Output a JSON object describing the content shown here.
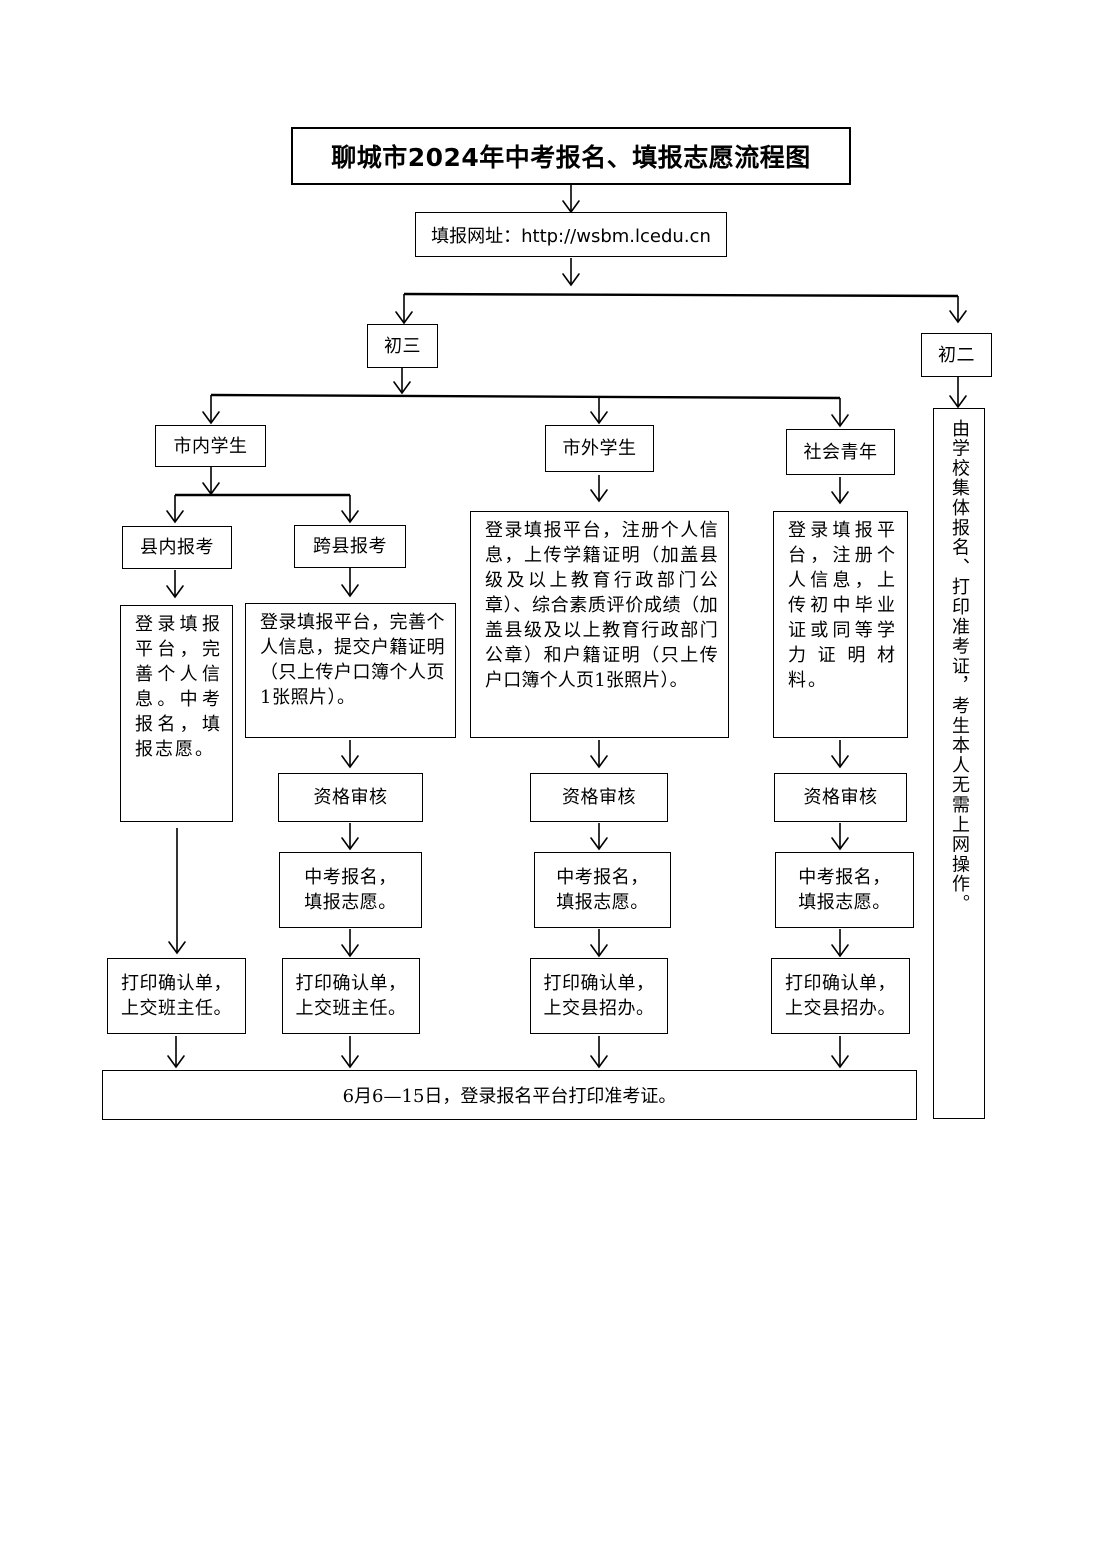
{
  "title": "聊城市2024年中考报名、填报志愿流程图",
  "url_box": "填报网址：http://wsbm.lcedu.cn",
  "grade3": "初三",
  "grade2": "初二",
  "grade2_text": "由学校集体报名、打印准考证，考生本人无需上网操作。",
  "students": {
    "local": "市内学生",
    "outside": "市外学生",
    "social": "社会青年"
  },
  "local": {
    "in_county": "县内报考",
    "cross_county": "跨县报考",
    "in_county_text": "登录填报平台，完善个人信息。中考报名，填报志愿。",
    "cross_county_text": "登录填报平台，完善个人信息，提交户籍证明（只上传户口簿个人页1张照片）。"
  },
  "outside_text": "登录填报平台，注册个人信息，上传学籍证明（加盖县级及以上教育行政部门公章）、综合素质评价成绩（加盖县级及以上教育行政部门公章）和户籍证明（只上传户口簿个人页1张照片）。",
  "social_text": "登录填报平台，注册个人信息，上传初中毕业证或同等学力证明材料。",
  "review": "资格审核",
  "apply": "中考报名，填报志愿。",
  "print_class": "打印确认单，上交班主任。",
  "print_county": "打印确认单，上交县招办。",
  "bottom": "6月6—15日，登录报名平台打印准考证。"
}
